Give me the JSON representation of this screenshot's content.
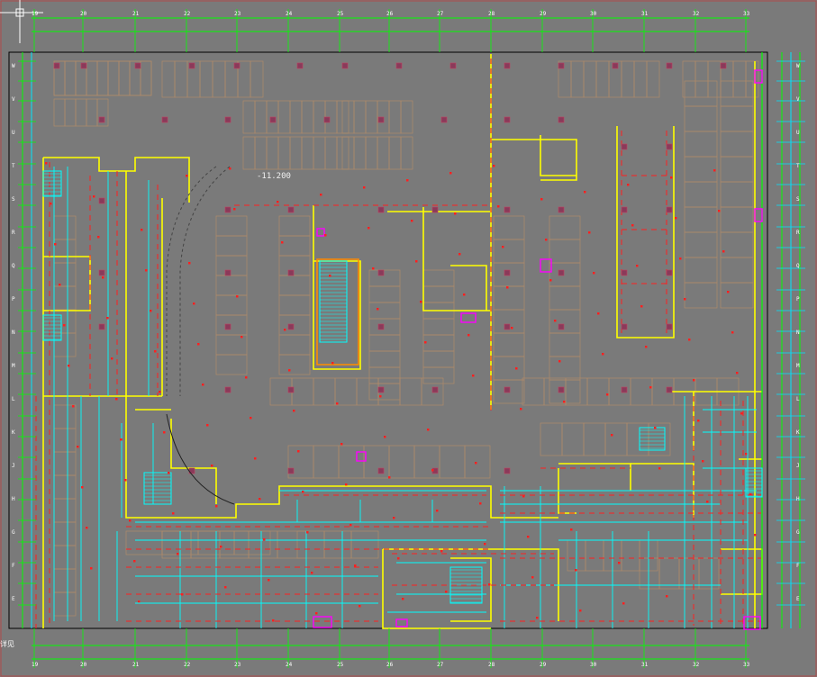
{
  "drawing": {
    "top_axes": [
      "19",
      "20",
      "21",
      "22",
      "23",
      "24",
      "25",
      "26",
      "27",
      "28",
      "29",
      "30",
      "31",
      "32",
      "33"
    ],
    "bottom_axes": [
      "19",
      "20",
      "21",
      "22",
      "23",
      "24",
      "25",
      "26",
      "27",
      "28",
      "29",
      "30",
      "31",
      "32",
      "33"
    ],
    "left_axes": [
      "W",
      "V",
      "U",
      "T",
      "S",
      "R",
      "Q",
      "P",
      "N",
      "M",
      "L",
      "K",
      "J",
      "H",
      "G",
      "F",
      "E"
    ],
    "right_axes": [
      "W",
      "V",
      "U",
      "T",
      "S",
      "R",
      "Q",
      "P",
      "N",
      "M",
      "L",
      "K",
      "J",
      "H",
      "G",
      "F",
      "E"
    ],
    "elevation_label": "-11.200",
    "side_note": "详见"
  },
  "colors": {
    "background": "#7a7a7a",
    "grid": "#00ff00",
    "axis_line": "#00e5ff",
    "wall": "#ffff00",
    "fire_line": "#ff2020",
    "parking": "#b08a6a",
    "pipe": "#00ffff",
    "accent_orange": "#ff8c00",
    "accent_magenta": "#ff00ff"
  }
}
